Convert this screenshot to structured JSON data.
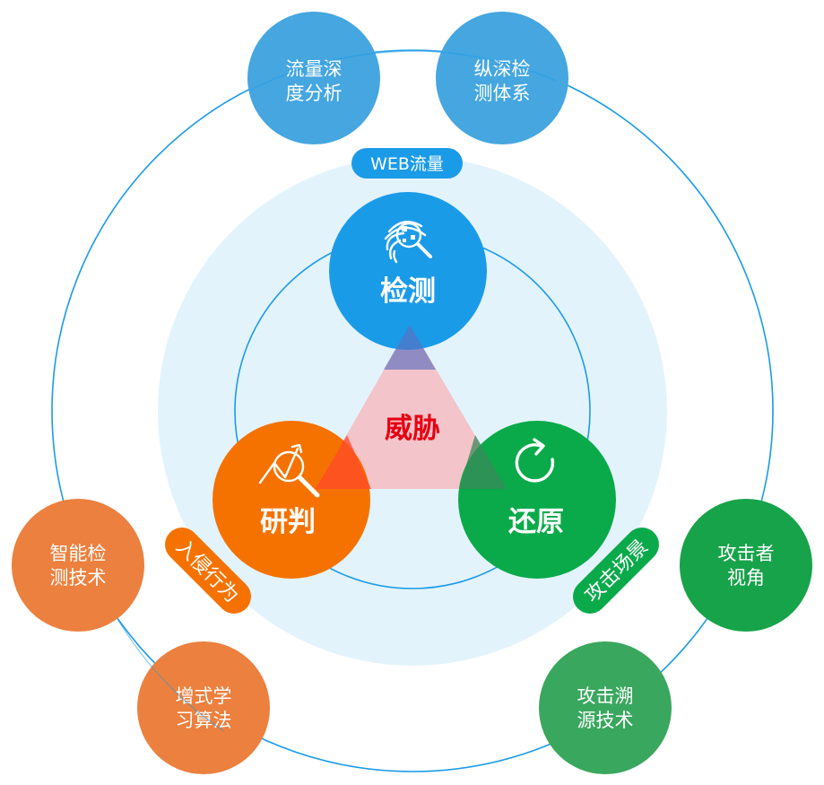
{
  "center": {
    "label": "威胁",
    "color": "#e60012"
  },
  "hubs": {
    "detect": {
      "label": "检测",
      "icon": "fingerprint-search-icon",
      "color": "#1a9be8"
    },
    "analyze": {
      "label": "研判",
      "icon": "trend-magnifier-icon",
      "color": "#f57200"
    },
    "restore": {
      "label": "还原",
      "icon": "refresh-icon",
      "color": "#0aaa4a"
    }
  },
  "tags": {
    "web": {
      "label": "WEB流量",
      "color": "#1a9be8"
    },
    "intrusion": {
      "label": "入侵行为",
      "color": "#f57200"
    },
    "scene": {
      "label": "攻击场景",
      "color": "#0aaa4a"
    }
  },
  "satellites": {
    "flow": {
      "lines": [
        "流量深",
        "度分析"
      ],
      "color": "#45a6e0"
    },
    "depth": {
      "lines": [
        "纵深检",
        "测体系"
      ],
      "color": "#45a6e0"
    },
    "smart": {
      "lines": [
        "智能检",
        "测技术"
      ],
      "color": "#ec803e"
    },
    "learn": {
      "lines": [
        "增式学",
        "习算法"
      ],
      "color": "#ec803e"
    },
    "view": {
      "lines": [
        "攻击者",
        "视角"
      ],
      "color": "#17a34a"
    },
    "trace": {
      "lines": [
        "攻击溯",
        "源技术"
      ],
      "color": "#3aa75e"
    }
  },
  "colors": {
    "ring": "#1a9be8",
    "halo": "#e3f3fc",
    "triangle": "#f3c1c6"
  }
}
